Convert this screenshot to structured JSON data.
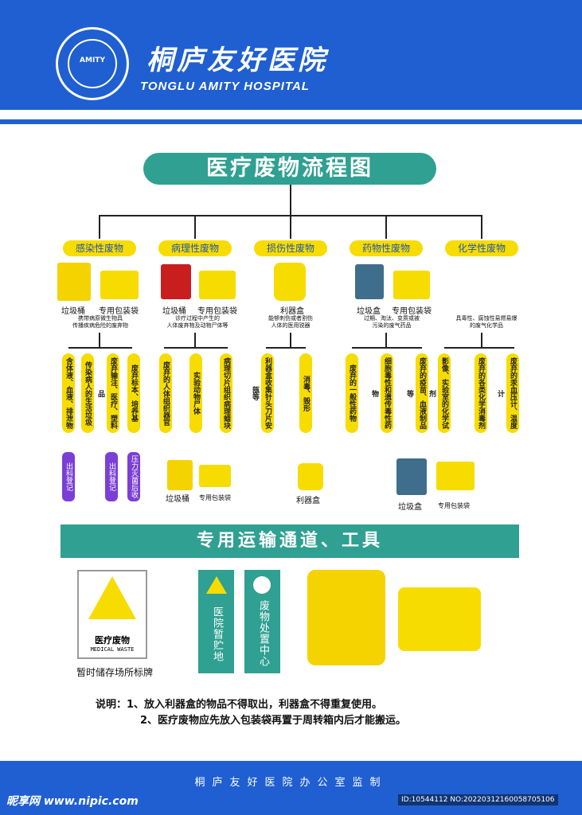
{
  "header": {
    "hospital_cn": "桐庐友好医院",
    "hospital_en": "TONGLU AMITY HOSPITAL",
    "logo_text": "AMITY"
  },
  "title": "医疗废物流程图",
  "categories": [
    {
      "name": "感染性废物"
    },
    {
      "name": "病理性废物"
    },
    {
      "name": "损伤性废物"
    },
    {
      "name": "药物性废物"
    },
    {
      "name": "化学性废物"
    }
  ],
  "containers": {
    "c1_bin": "垃圾桶",
    "c1_bag": "专用包装袋",
    "c2_bin": "垃圾桶",
    "c2_bag": "专用包装袋",
    "c3_box": "利器盒",
    "c4_box": "垃圾盒",
    "c4_bag": "专用包装袋"
  },
  "descriptions": {
    "d1": "携带病原微生物具\n传播疾病危险的废弃物",
    "d2": "诊疗过程中产生的\n人体废弃物及动物尸体等",
    "d3": "能够刺伤或者割伤\n人体的医用锐器",
    "d4": "过期、淘汰、变质或被\n污染的废气药品",
    "d5": "具毒性、腐蚀性易燃易爆\n的废气化学品"
  },
  "items": {
    "g1": [
      "含体液、血液、排泄物",
      "传染病人的生活垃圾",
      "废弃输注、医疗、塑料品",
      "废弃标本、培养基"
    ],
    "g1_sub": [
      "出科登记",
      "出科登记",
      "压力灭菌后收集"
    ],
    "g2": [
      "废弃的人体组织器官",
      "实验动物尸体",
      "病理切片组织病理蜡块"
    ],
    "g3": [
      "利器盒收集针头刀片安瓿等",
      "消毒、毁形"
    ],
    "g4": [
      "废弃的一般性药物",
      "细胞毒性和遗传毒性药物",
      "废弃的疫苗、血液制品等"
    ],
    "g5": [
      "影像、实验室的化学试剂",
      "废弃的各类化学消毒剂",
      "废弃的汞血压计、温度计"
    ]
  },
  "bottom_containers": {
    "b1_bin": "垃圾桶",
    "b1_bag": "专用包装袋",
    "b2_box": "利器盒",
    "b3_box": "垃圾盒",
    "b3_bag": "专用包装袋"
  },
  "transport": "专用运输通道、工具",
  "sign": {
    "cn": "医疗废物",
    "en": "MEDICAL WASTE",
    "caption": "暂时储存场所标牌"
  },
  "storage_labels": [
    "医院暂贮地",
    "废物处置中心"
  ],
  "notes": [
    "说明：1、放入利器盒的物品不得取出，利器盒不得重复使用。",
    "2、医疗废物应先放入包装袋再置于周转箱内后才能搬运。"
  ],
  "footer": {
    "text": "桐庐友好医院办公室监制",
    "watermark": "昵享网 www.nipic.com",
    "image_id": "ID:10544112 NO:20220312160058705106"
  },
  "colors": {
    "blue": "#1f5fd1",
    "teal": "#2fa091",
    "yellow": "#f7dc00",
    "purple": "#7b3fd6"
  }
}
